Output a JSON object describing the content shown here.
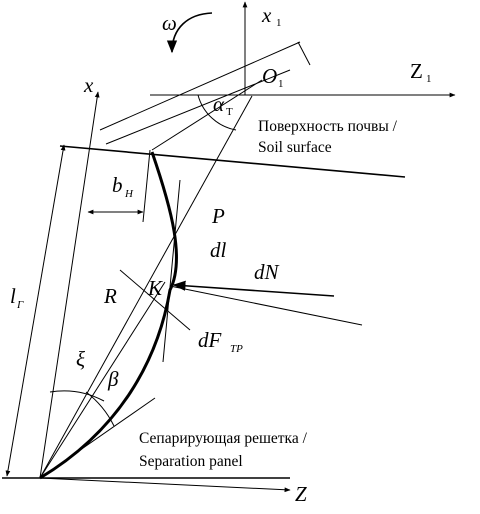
{
  "labels": {
    "omega": "ω",
    "x1": "x",
    "x1_sub": "1",
    "o1": "O",
    "o1_sub": "1",
    "z1": "Z",
    "z1_sub": "1",
    "x": "x",
    "alpha": "α",
    "alpha_sub": "Т",
    "bh": "b",
    "bh_sub": "H",
    "lr": "l",
    "lr_sub": "Г",
    "p": "P",
    "dl": "dl",
    "dn": "dN",
    "r": "R",
    "k": "K",
    "dftr": "dF",
    "dftr_sub": "ТР",
    "xi": "ξ",
    "beta": "β",
    "z": "Z"
  },
  "annotations": {
    "soil_line1": "Поверхность почвы /",
    "soil_line2": "Soil surface",
    "panel_line1": "Сепарирующая решетка /",
    "panel_line2": "Separation panel"
  }
}
